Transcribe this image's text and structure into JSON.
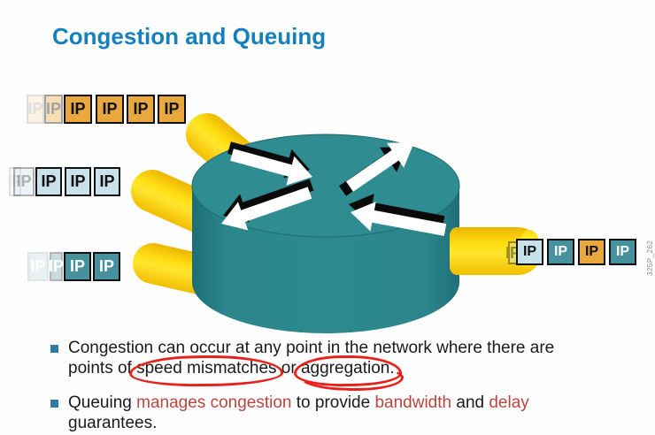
{
  "title": "Congestion and Queuing",
  "figure_id": "325P_262",
  "packets": {
    "row_top": {
      "color_name": "orange",
      "ghost": "IP",
      "labels": [
        "IP",
        "IP",
        "IP",
        "IP"
      ]
    },
    "row_middle": {
      "color_name": "light-blue",
      "ghost": "IP",
      "labels": [
        "IP",
        "IP",
        "IP"
      ]
    },
    "row_bottom": {
      "color_name": "teal",
      "ghost": "IP",
      "labels": [
        "IP",
        "IP"
      ]
    },
    "row_output": {
      "colors": [
        "light-blue",
        "teal",
        "orange",
        "teal"
      ],
      "ghost": "IP",
      "labels": [
        "IP",
        "IP",
        "IP",
        "IP"
      ]
    }
  },
  "bullets": {
    "b1": {
      "line1": "Congestion can occur at any point in the network where there are",
      "line2_pre": "points of ",
      "circled1": "speed mismatches",
      "line2_mid": " or ",
      "circled2": "aggregation."
    },
    "b2": {
      "line1_pre": "Queuing ",
      "red1": "manages congestion",
      "mid1": " to provide ",
      "red2": "bandwidth",
      "mid2": " and ",
      "red3": "delay",
      "line2": "guarantees."
    }
  },
  "colors": {
    "title_blue": "#1580BC",
    "red_annotation": "#E8221B",
    "red_text": "#BB453E",
    "router_teal": "#2F8C91",
    "pipe_yellow": "#FFDF12",
    "packet_orange": "#E9A83D",
    "packet_light_blue": "#C9E2EA",
    "packet_teal": "#47919E"
  }
}
